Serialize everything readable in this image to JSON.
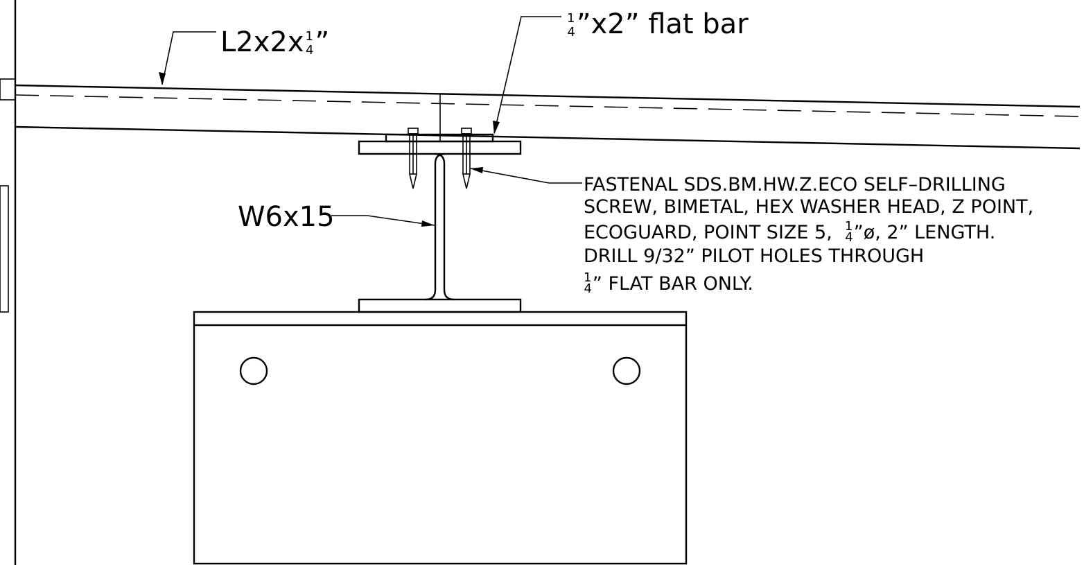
{
  "labels": {
    "angle": {
      "main": "L2x2x",
      "num": "1",
      "den": "4",
      "suffix": "”"
    },
    "flat_bar": {
      "num": "1",
      "den": "4",
      "main": "”x2”  flat  bar"
    },
    "beam": "W6x15"
  },
  "note": {
    "line1": "FASTENAL SDS.BM.HW.Z.ECO SELF–DRILLING",
    "line2": "SCREW, BIMETAL, HEX WASHER HEAD, Z POINT,",
    "line3_a": "ECOGUARD, POINT SIZE 5,",
    "line3_num": "1",
    "line3_den": "4",
    "line3_b": "”ø, 2” LENGTH.",
    "line4": "DRILL 9/32” PILOT HOLES THROUGH",
    "line5_num": "1",
    "line5_den": "4",
    "line5_b": "” FLAT BAR ONLY."
  }
}
